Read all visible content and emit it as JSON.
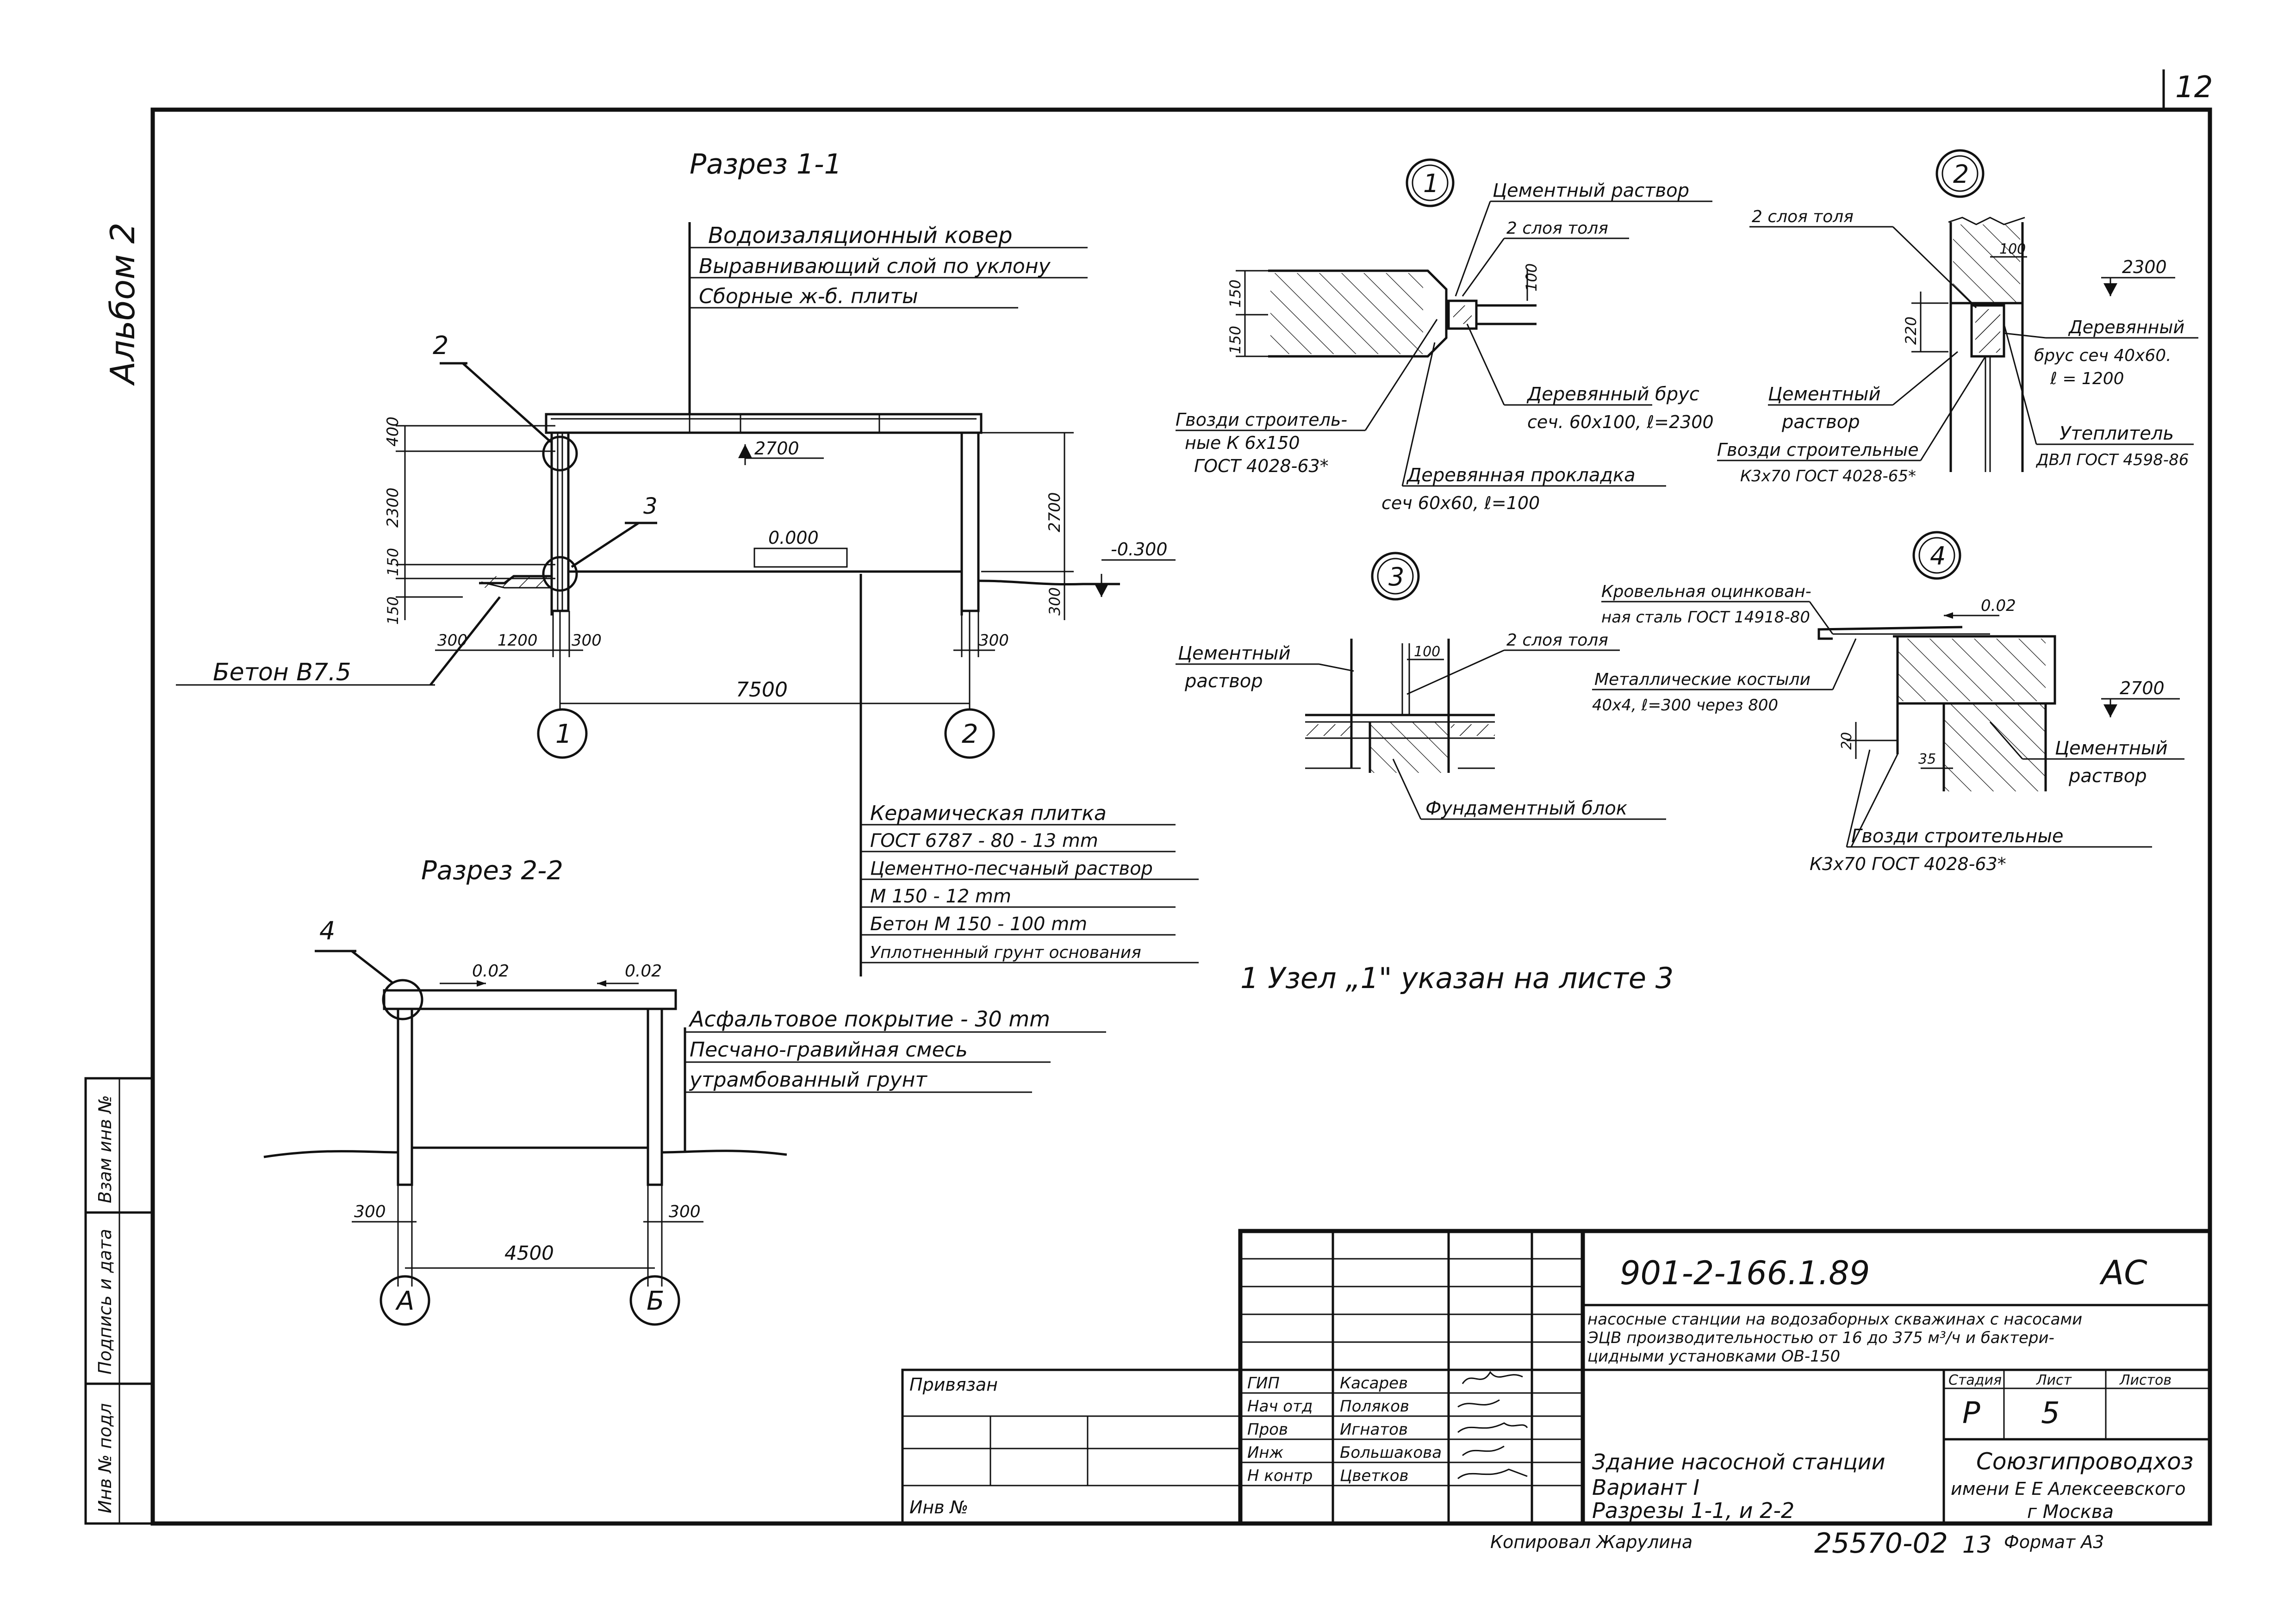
{
  "sheet": {
    "page_number": "12",
    "album_label": "Альбом 2",
    "side_stamp": [
      "Инв № подл",
      "Подпись и дата",
      "Взам инв №"
    ]
  },
  "section_1_1": {
    "title": "Разрез 1-1",
    "roof_layers": [
      "Водоизаляционный ковер",
      "Выравнивающий слой по уклону",
      "Сборные ж-б. плиты"
    ],
    "callout_2": "2",
    "callout_3": "3",
    "dims": {
      "d400": "400",
      "d2300": "2300",
      "d150a": "150",
      "d150b": "150",
      "d2700_mark": "2700",
      "d2700_h": "2700",
      "d0000": "0.000",
      "dm0300": "-0.300",
      "d300_h": "300",
      "d300_l": "300",
      "d1200": "1200",
      "d300_m": "300",
      "d300_r": "300",
      "d7500": "7500"
    },
    "concrete_label": "Бетон В7.5",
    "axis_left": "1",
    "axis_right": "2",
    "floor_layers": [
      "Керамическая плитка",
      "ГОСТ 6787 - 80 - 13 mm",
      "Цементно-песчаный раствор",
      "М 150 - 12 mm",
      "Бетон М 150 - 100 mm",
      "Уплотненный грунт основания"
    ]
  },
  "section_2_2": {
    "title": "Разрез 2-2",
    "callout_4": "4",
    "slope_left": "0.02",
    "slope_right": "0.02",
    "layers": [
      "Асфальтовое покрытие - 30 mm",
      "Песчано-гравийная смесь",
      "утрамбованный грунт"
    ],
    "dims": {
      "d300_l": "300",
      "d300_r": "300",
      "d4500": "4500"
    },
    "axis_left": "А",
    "axis_right": "Б"
  },
  "node_1": {
    "num": "1",
    "labels": [
      "Цементный раствор",
      "2 слоя толя",
      "Деревянный брус",
      "сеч. 60х100, ℓ=2300",
      "Гвозди строитель-",
      "ные К 6х150",
      "ГОСТ 4028-63*",
      "Деревянная прокладка",
      "сеч 60х60, ℓ=100"
    ],
    "dims": {
      "d150a": "150",
      "d150b": "150",
      "d100": "100"
    }
  },
  "node_2": {
    "num": "2",
    "labels": [
      "2 слоя толя",
      "2300",
      "Деревянный",
      "брус сеч 40х60.",
      "ℓ = 1200",
      "Цементный",
      "раствор",
      "Гвозди строительные",
      "К3х70 ГОСТ 4028-65*",
      "Утеплитель",
      "ДВЛ ГОСТ 4598-86"
    ],
    "dims": {
      "d100": "100",
      "d220": "220"
    }
  },
  "node_3": {
    "num": "3",
    "labels": [
      "Цементный",
      "раствор",
      "2 слоя толя",
      "Фундаментный блок"
    ],
    "dims": {
      "d100": "100"
    }
  },
  "node_4": {
    "num": "4",
    "labels": [
      "Кровельная оцинкован-",
      "ная сталь ГОСТ 14918-80",
      "Металлические костыли",
      "40х4, ℓ=300 через 800",
      "0.02",
      "2700",
      "Цементный",
      "раствор",
      "Гвозди строительные",
      "К3х70 ГОСТ 4028-63*"
    ],
    "dims": {
      "d20": "20",
      "d35": "35"
    }
  },
  "note": "1 Узел „1\" указан на листе 3",
  "title_block": {
    "code": "901-2-166.1.89",
    "mark": "АС",
    "project": [
      "насосные станции на водозаборных скважинах с насосами",
      "ЭЦВ производительностью от 16 до 375 м³/ч и бактери-",
      "цидными установками ОВ-150"
    ],
    "roles": [
      "ГИП",
      "Нач отд",
      "Пров",
      "Инж",
      "Н контр"
    ],
    "names": [
      "Касарев",
      "Поляков",
      "Игнатов",
      "Большакова",
      "Цветков"
    ],
    "privyazan": "Привязан",
    "inv_no": "Инв №",
    "stage_hdr": "Стадия",
    "sheet_hdr": "Лист",
    "sheets_hdr": "Листов",
    "stage": "Р",
    "sheet": "5",
    "sheets": "",
    "drawing_title": [
      "Здание насосной станции",
      "Вариант I",
      "Разрезы 1-1, и 2-2"
    ],
    "org": [
      "Союзгипроводхоз",
      "имени Е Е Алексеевского",
      "г Москва"
    ],
    "copied": "Копировал Жарулина",
    "archive_no": "25570-02",
    "archive_sheet": "13",
    "format": "Формат А3"
  }
}
